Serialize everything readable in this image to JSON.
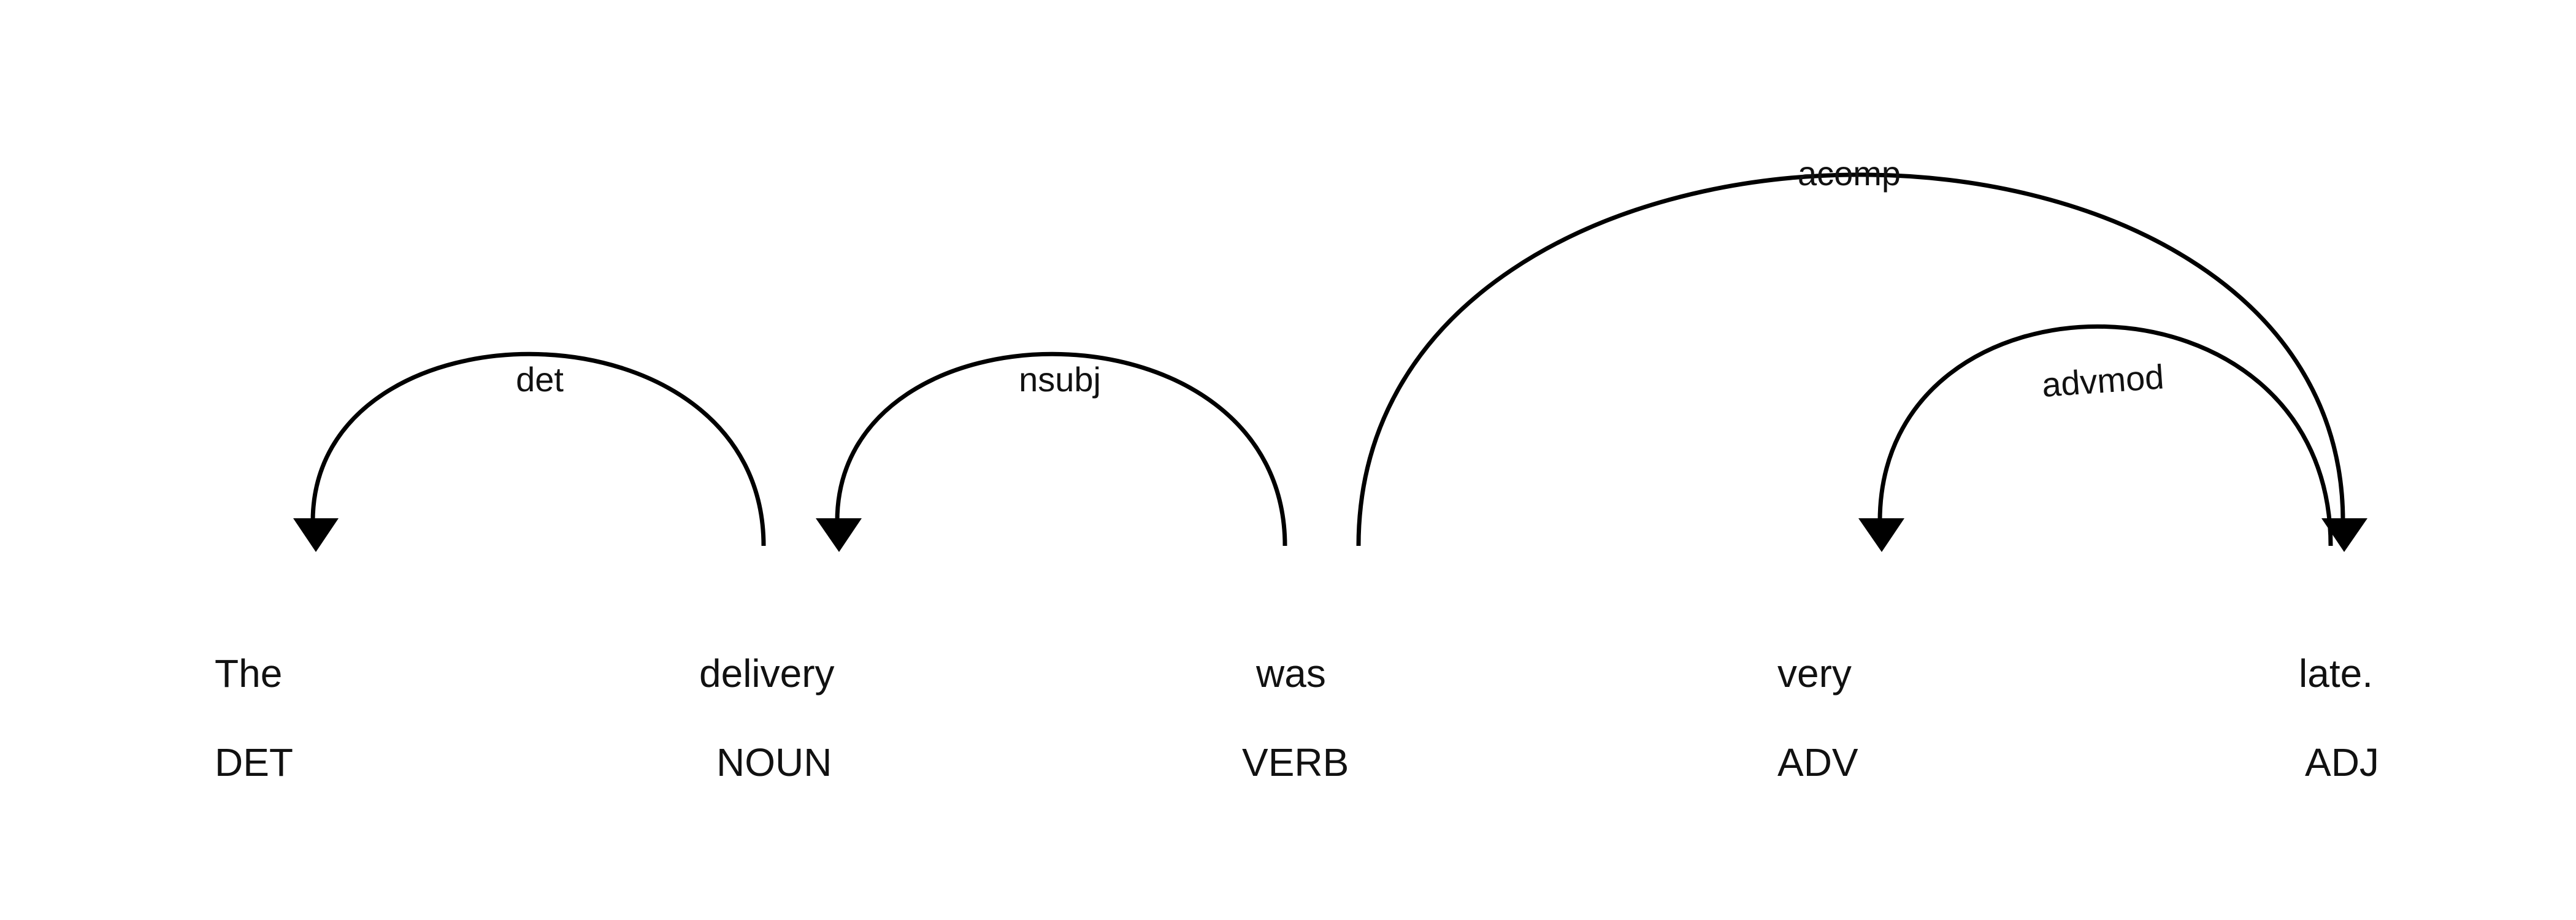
{
  "tokens": [
    {
      "text": "The",
      "tag": "DET"
    },
    {
      "text": "delivery",
      "tag": "NOUN"
    },
    {
      "text": "was",
      "tag": "VERB"
    },
    {
      "text": "very",
      "tag": "ADV"
    },
    {
      "text": "late.",
      "tag": "ADJ"
    }
  ],
  "arcs": [
    {
      "label": "det",
      "head": 1,
      "dependent": 0
    },
    {
      "label": "nsubj",
      "head": 2,
      "dependent": 1
    },
    {
      "label": "acomp",
      "head": 2,
      "dependent": 4
    },
    {
      "label": "advmod",
      "head": 4,
      "dependent": 3
    }
  ]
}
